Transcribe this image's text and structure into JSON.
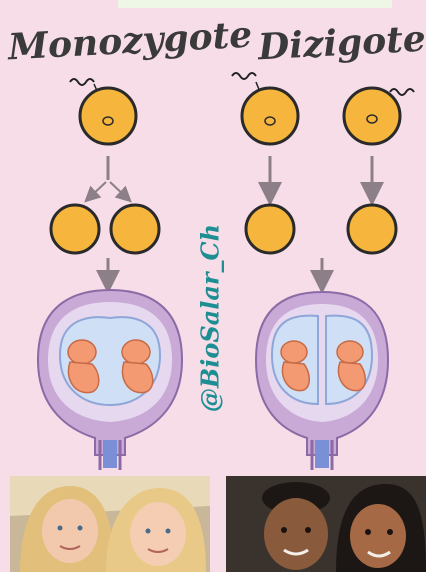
{
  "titles": {
    "monozygote": "Monozygote",
    "dizigote": "Dizigote"
  },
  "watermark": "@BioSalar_Ch",
  "colors": {
    "background": "#f6dde8",
    "egg_fill": "#f6b53c",
    "egg_stroke": "#2a2a2a",
    "arrow": "#8c7f87",
    "uterus": "#b9a5cc",
    "amnion": "#c8d8f0",
    "fetus": "#f39a73",
    "watermark": "#1d8f93"
  },
  "icons": {
    "sperm": "sperm-icon",
    "egg": "egg-cell-icon",
    "cell": "cell-icon",
    "uterus": "uterus-icon",
    "fetus": "fetus-icon",
    "photo": "twins-photo"
  }
}
